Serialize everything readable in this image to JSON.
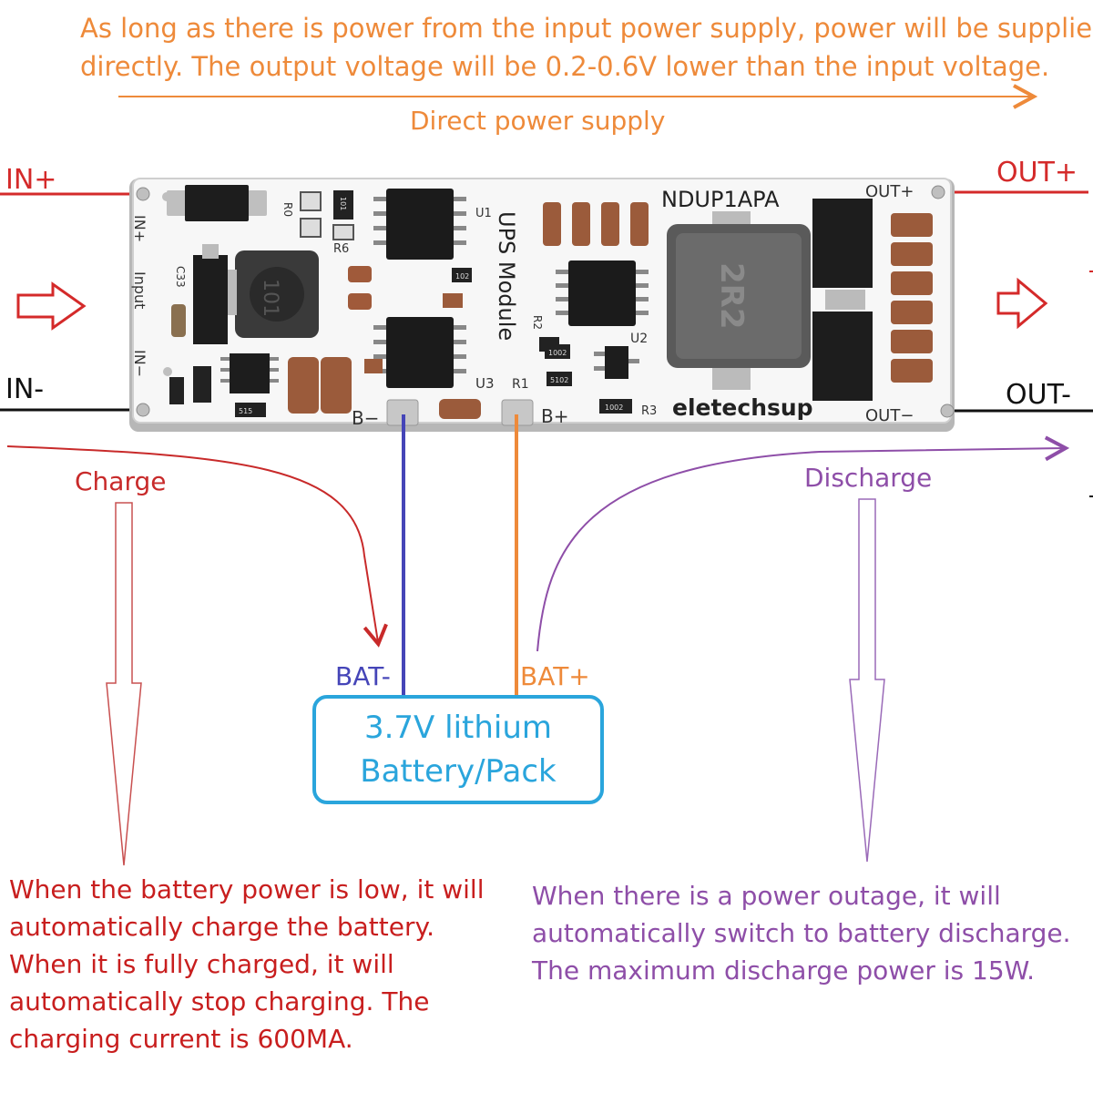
{
  "top_description": {
    "lines": [
      "As long as there is power from the input power supply, power will be supplied",
      "directly. The output voltage will be 0.2-0.6V lower than the input voltage."
    ]
  },
  "direct_power_label": "Direct power supply",
  "terminals": {
    "in_plus": "IN+",
    "in_minus": "IN-",
    "out_plus": "OUT+",
    "out_minus": "OUT-",
    "bat_minus": "BAT-",
    "bat_plus": "BAT+"
  },
  "flows": {
    "charge": "Charge",
    "discharge": "Discharge"
  },
  "battery": {
    "line1": "3.7V lithium",
    "line2": "Battery/Pack"
  },
  "charge_description": {
    "lines": [
      "When the battery power is low, it will",
      "automatically charge the battery.",
      "When it is fully charged, it will",
      "automatically stop charging. The",
      "charging current is 600MA."
    ]
  },
  "discharge_description": {
    "lines": [
      "When there is a power outage, it will",
      "automatically switch to battery discharge.",
      "The maximum discharge power is 15W."
    ]
  },
  "pcb": {
    "model": "NDUP1APA",
    "title": "UPS Module",
    "brand": "eletechsup",
    "pad_in_plus": "IN+",
    "pad_in_minus": "IN−",
    "pad_input": "Input",
    "pad_out_plus": "OUT+",
    "pad_out_minus": "OUT−",
    "pad_b_minus": "B−",
    "pad_b_plus": "B+",
    "refs": {
      "r0": "R0",
      "r6": "R6",
      "u1": "U1",
      "u2": "U2",
      "u3": "U3",
      "r1": "R1",
      "r2": "R2",
      "r3": "R3",
      "c33": "C33"
    },
    "inductor_small": "101",
    "inductor_big": "2R2",
    "res_101": "101",
    "res_102": "102",
    "res_1002": "1002",
    "res_5102": "5102",
    "res_1002b": "1002",
    "res_515": "515"
  },
  "colors": {
    "orange": "#ee8a3a",
    "red": "#d42a2a",
    "purple": "#8e4ea8",
    "blue_wire": "#4545b8",
    "battery_blue": "#2aa5dc",
    "black": "#111111"
  }
}
